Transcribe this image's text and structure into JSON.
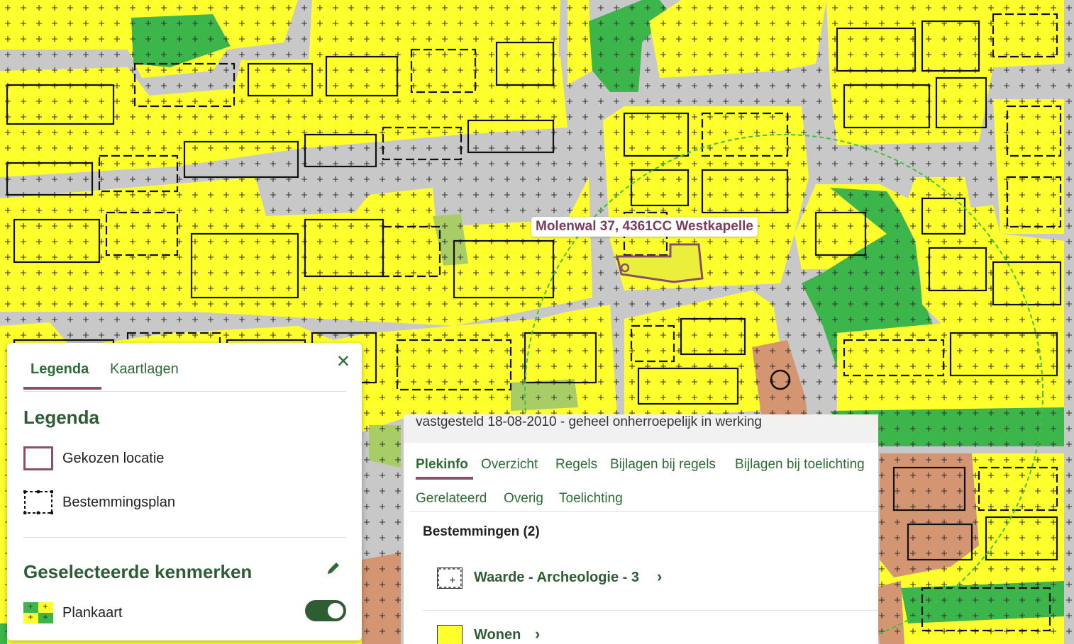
{
  "map": {
    "address_label": "Molenwal 37, 4361CC Westkapelle",
    "colors": {
      "street": "#c8c8c8",
      "wonen": "#ffff2e",
      "groen": "#3cb54a",
      "light_groen": "#a8cd66",
      "maatschappelijk": "#d49672",
      "gekozen_locatie_outline": "#8b4f6c",
      "archeologie_circle": "#3cc43c"
    }
  },
  "legend_panel": {
    "tabs": [
      "Legenda",
      "Kaartlagen"
    ],
    "active_tab": "Legenda",
    "close_icon": "close-icon",
    "title": "Legenda",
    "items": [
      {
        "label": "Gekozen locatie",
        "icon": "gekozen-locatie-swatch"
      },
      {
        "label": "Bestemmingsplan",
        "icon": "bestemmingsplan-swatch"
      }
    ],
    "selected_title": "Geselecteerde kenmerken",
    "edit_icon": "pencil-icon",
    "selected_items": [
      {
        "label": "Plankaart",
        "icon": "plankaart-swatch",
        "enabled": true
      }
    ]
  },
  "info_panel": {
    "status": "vastgesteld 18-08-2010 - geheel onherroepelijk in werking",
    "tabs_row1": [
      "Plekinfo",
      "Overzicht",
      "Regels",
      "Bijlagen bij regels",
      "Bijlagen bij toelichting"
    ],
    "tabs_row2": [
      "Gerelateerd",
      "Overig",
      "Toelichting"
    ],
    "active_tab": "Plekinfo",
    "section_title": "Bestemmingen (2)",
    "bestemmingen": [
      {
        "label": "Waarde - Archeologie - 3",
        "icon": "archeologie-swatch"
      },
      {
        "label": "Wonen",
        "icon": "wonen-swatch"
      }
    ],
    "chevron_icon": "chevron-right-icon"
  }
}
